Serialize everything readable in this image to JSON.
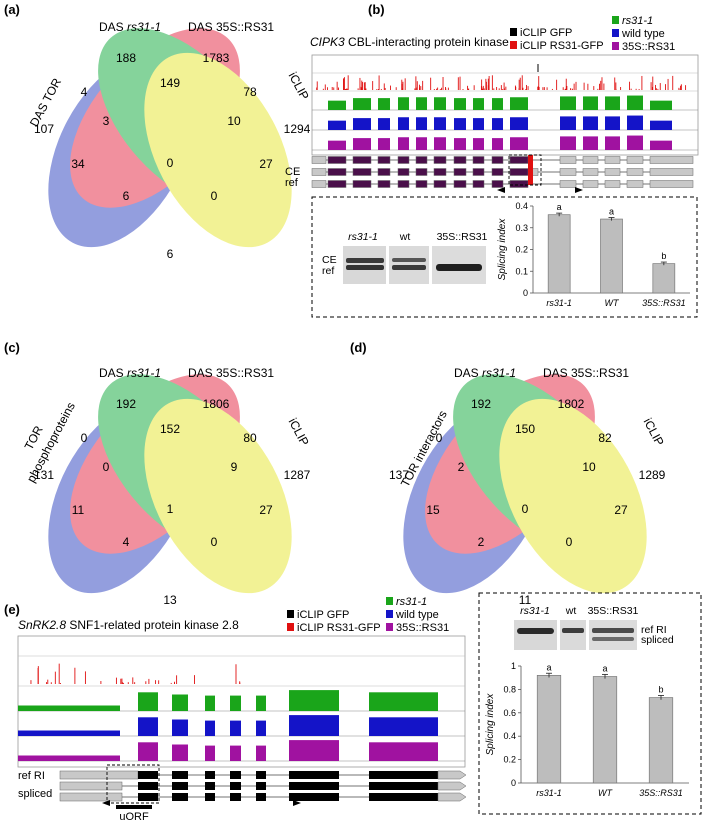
{
  "panels": {
    "a": {
      "label": "(a)",
      "sets": [
        "DAS TOR",
        "DAS ",
        "DAS 35S::RS31",
        "iCLIP"
      ],
      "set_b_italic": "rs31-1",
      "counts": [
        "188",
        "1783",
        "4",
        "149",
        "78",
        "107",
        "3",
        "10",
        "1294",
        "34",
        "0",
        "27",
        "6",
        "0",
        "6"
      ]
    },
    "b": {
      "label": "(b)",
      "gene": "CIPK3",
      "desc": " CBL-interacting protein kinase",
      "legend": [
        "iCLIP GFP",
        "iCLIP RS31-GFP",
        "rs31-1",
        "wild type",
        "35S::RS31"
      ],
      "iso_labels": [
        "CE",
        "ref"
      ],
      "gel_lanes": [
        "rs31-1",
        "wt",
        "35S::RS31"
      ],
      "gel_bands": [
        "CE",
        "ref"
      ],
      "ylabel": "Splicing index",
      "yticks": [
        "0",
        "0.1",
        "0.2",
        "0.3",
        "0.4"
      ],
      "categories": [
        "rs31-1",
        "WT",
        "35S::RS31"
      ],
      "sig": [
        "a",
        "a",
        "b"
      ]
    },
    "c": {
      "label": "(c)",
      "sets": [
        "TOR",
        "phosphoproteins",
        "DAS ",
        "DAS 35S::RS31",
        "iCLIP"
      ],
      "set_b_italic": "rs31-1",
      "counts": [
        "192",
        "1806",
        "0",
        "152",
        "80",
        "131",
        "0",
        "9",
        "1287",
        "11",
        "1",
        "27",
        "4",
        "0",
        "13"
      ]
    },
    "d": {
      "label": "(d)",
      "sets": [
        "TOR interactors",
        "DAS ",
        "DAS 35S::RS31",
        "iCLIP"
      ],
      "set_b_italic": "rs31-1",
      "counts": [
        "192",
        "1802",
        "0",
        "150",
        "82",
        "137",
        "2",
        "10",
        "1289",
        "15",
        "0",
        "27",
        "2",
        "0",
        "11"
      ]
    },
    "e": {
      "label": "(e)",
      "gene": "SnRK2.8",
      "desc": " SNF1-related protein kinase 2.8",
      "legend": [
        "iCLIP GFP",
        "iCLIP RS31-GFP",
        "rs31-1",
        "wild type",
        "35S::RS31"
      ],
      "iso_labels": [
        "ref RI",
        "spliced"
      ],
      "uorf": "uORF",
      "gel_lanes": [
        "rs31-1",
        "wt",
        "35S::RS31"
      ],
      "gel_bands": [
        "ref RI",
        "spliced"
      ],
      "ylabel": "Splicing index",
      "yticks": [
        "0",
        "0.2",
        "0.4",
        "0.6",
        "0.8",
        "1"
      ],
      "categories": [
        "rs31-1",
        "WT",
        "35S::RS31"
      ],
      "sig": [
        "a",
        "a",
        "b"
      ]
    }
  },
  "colors": {
    "green": "#1aa51a",
    "blue": "#1414c8",
    "purple": "#a012a0",
    "red": "#e01010",
    "exon": "#4a0f4a",
    "bar": "#bdbdbd"
  },
  "chart_data": [
    {
      "type": "bar",
      "categories": [
        "rs31-1",
        "WT",
        "35S::RS31"
      ],
      "values": [
        0.36,
        0.34,
        0.135
      ],
      "ylabel": "Splicing index",
      "ylim": [
        0,
        0.4
      ]
    },
    {
      "type": "bar",
      "categories": [
        "rs31-1",
        "WT",
        "35S::RS31"
      ],
      "values": [
        0.92,
        0.91,
        0.73
      ],
      "ylabel": "Splicing index",
      "ylim": [
        0,
        1
      ]
    }
  ]
}
